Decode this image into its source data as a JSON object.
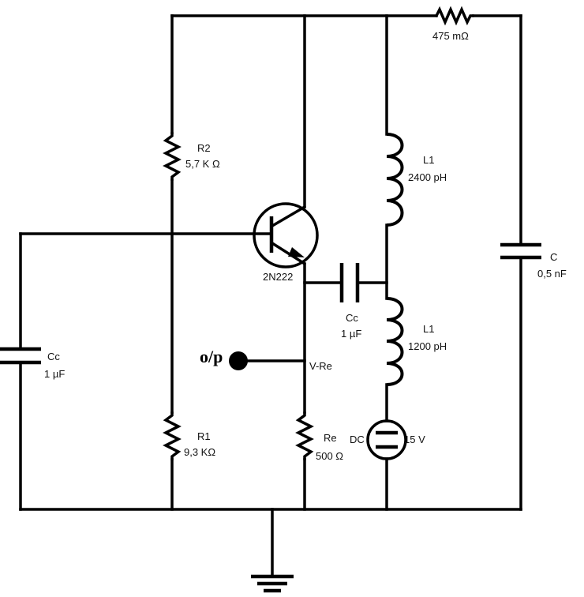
{
  "schematic": {
    "resistor_top": {
      "value": "475 mΩ"
    },
    "r2": {
      "name": "R2",
      "value": "5,7 K Ω"
    },
    "r1": {
      "name": "R1",
      "value": "9,3 KΩ"
    },
    "re": {
      "name": "Re",
      "value": "500 Ω"
    },
    "l1_top": {
      "name": "L1",
      "value": "2400 pH"
    },
    "l1_bottom": {
      "name": "L1",
      "value": "1200 pH"
    },
    "c_tank": {
      "name": "C",
      "value": "0,5 nF"
    },
    "cc_left": {
      "name": "Cc",
      "value": "1 µF"
    },
    "cc_mid": {
      "name": "Cc",
      "value": "1 µF"
    },
    "transistor": {
      "name": "2N222"
    },
    "source": {
      "type": "DC",
      "value": "15 V"
    },
    "output": {
      "label": "o/p",
      "node": "V-Re"
    }
  }
}
